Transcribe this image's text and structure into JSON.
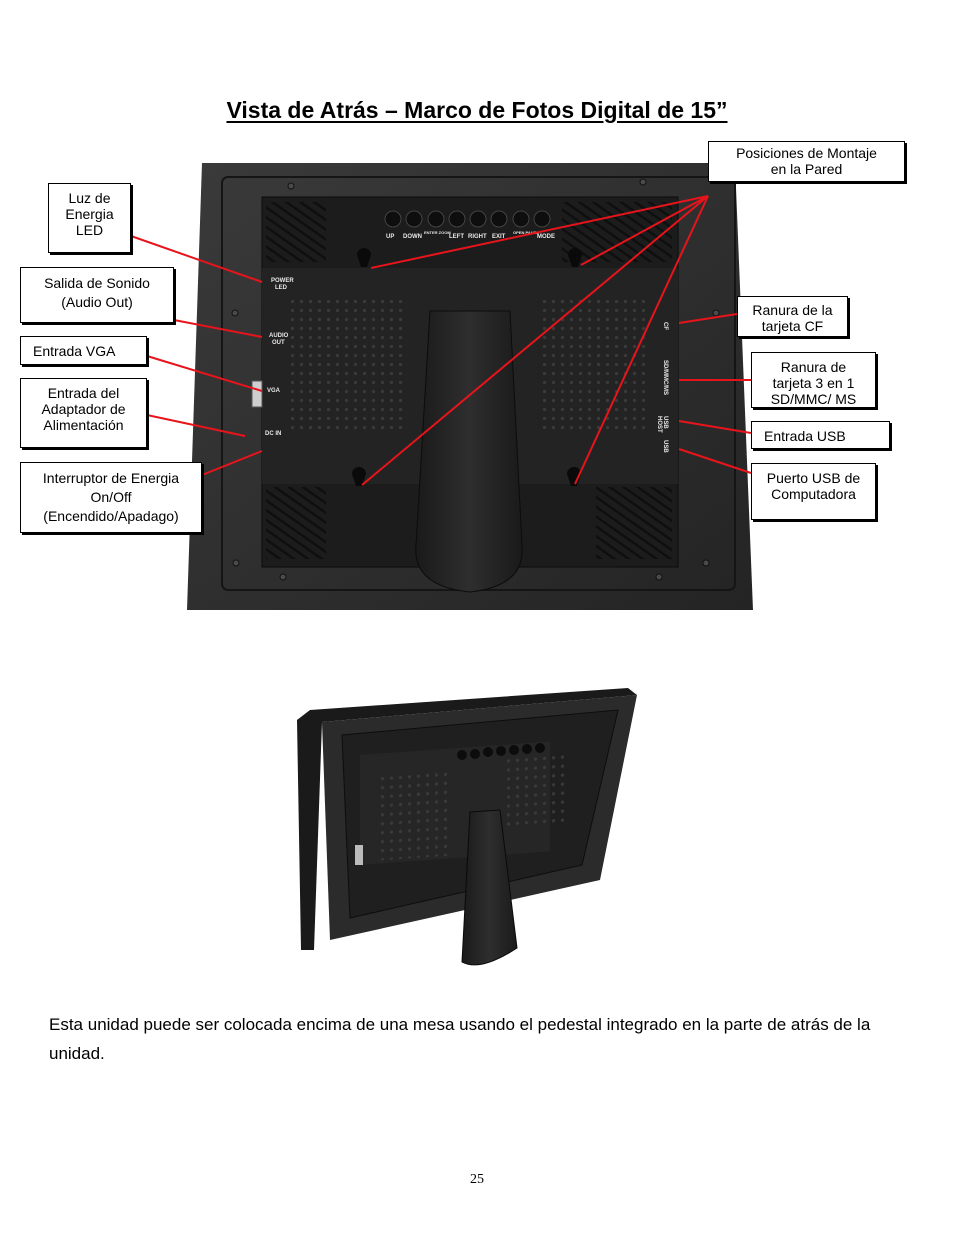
{
  "title": "Vista de Atrás – Marco de Fotos Digital de 15”",
  "callouts": {
    "mount": [
      "Posiciones de Montaje",
      "en la Pared"
    ],
    "power_led": [
      "Luz de",
      "Energia",
      "LED"
    ],
    "audio_out": [
      "Salida de Sonido",
      "(Audio Out)"
    ],
    "vga": [
      "Entrada VGA"
    ],
    "dc_in": [
      "Entrada del",
      "Adaptador de",
      "Alimentación"
    ],
    "power_switch": [
      "Interruptor de Energia",
      "On/Off",
      "(Encendido/Apadago)"
    ],
    "cf": [
      "Ranura de la",
      "tarjeta CF"
    ],
    "card3in1": [
      "Ranura de",
      "tarjeta 3 en 1",
      "SD/MMC/ MS"
    ],
    "usb_in": [
      "Entrada USB"
    ],
    "usb_pc": [
      "Puerto USB de",
      "Computadora"
    ]
  },
  "device_labels": {
    "buttons": [
      "UP",
      "DOWN",
      "ENTER ZOOM",
      "LEFT",
      "RIGHT",
      "EXIT",
      "OPEN PAUSE",
      "MODE"
    ],
    "power_led": [
      "POWER",
      "LED"
    ],
    "audio_out": [
      "AUDIO",
      "OUT"
    ],
    "vga": "VGA",
    "dc_in": "DC IN",
    "cf": "CF",
    "sd": "SD/MMC/MS",
    "usb_host": [
      "USB",
      "HOST"
    ],
    "usb": "USB"
  },
  "caption": "Esta unidad puede ser colocada encima de una mesa usando el pedestal integrado en la parte de atrás de la unidad.",
  "page_number": "25",
  "colors": {
    "arrow": "#e8141b",
    "frame": "#2a2a2a",
    "panel": "#1b1b1b"
  }
}
